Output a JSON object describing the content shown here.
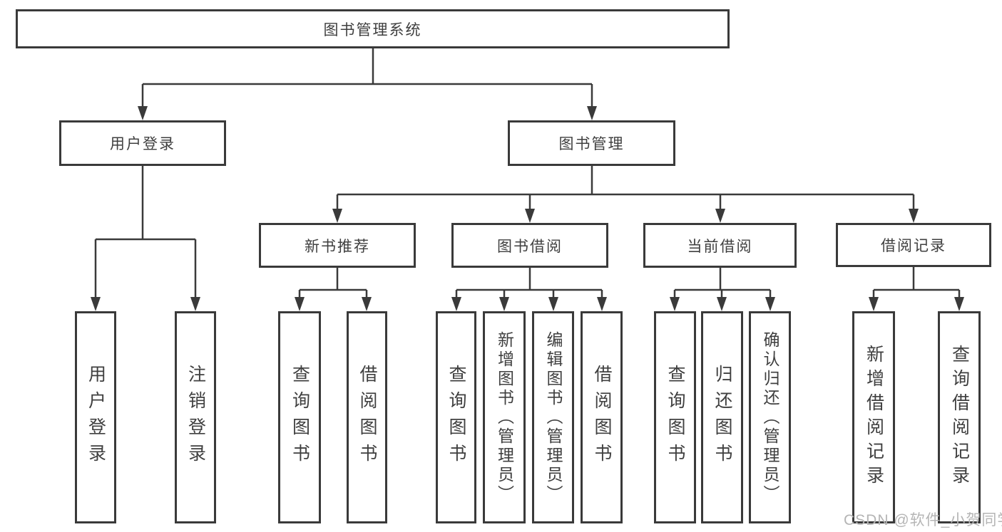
{
  "tree": {
    "label": "图书管理系统",
    "children": [
      {
        "label": "用户登录",
        "children": [
          {
            "label": "用户登录"
          },
          {
            "label": "注销登录"
          }
        ]
      },
      {
        "label": "图书管理",
        "children": [
          {
            "label": "新书推荐",
            "children": [
              {
                "label": "查询图书"
              },
              {
                "label": "借阅图书"
              }
            ]
          },
          {
            "label": "图书借阅",
            "children": [
              {
                "label": "查询图书"
              },
              {
                "label": "新增图书（管理员）"
              },
              {
                "label": "编辑图书（管理员）"
              },
              {
                "label": "借阅图书"
              }
            ]
          },
          {
            "label": "当前借阅",
            "children": [
              {
                "label": "查询图书"
              },
              {
                "label": "归还图书"
              },
              {
                "label": "确认归还（管理员）"
              }
            ]
          },
          {
            "label": "借阅记录",
            "children": [
              {
                "label": "新增借阅记录"
              },
              {
                "label": "查询借阅记录"
              }
            ]
          }
        ]
      }
    ]
  },
  "watermark": {
    "text": "CSDN @软件_小贺同学",
    "color": "#b5b5b5"
  },
  "colors": {
    "line": "#3a3a3a",
    "text": "#3f3f3f",
    "box_fill": "#ffffff",
    "background": "#ffffff"
  }
}
